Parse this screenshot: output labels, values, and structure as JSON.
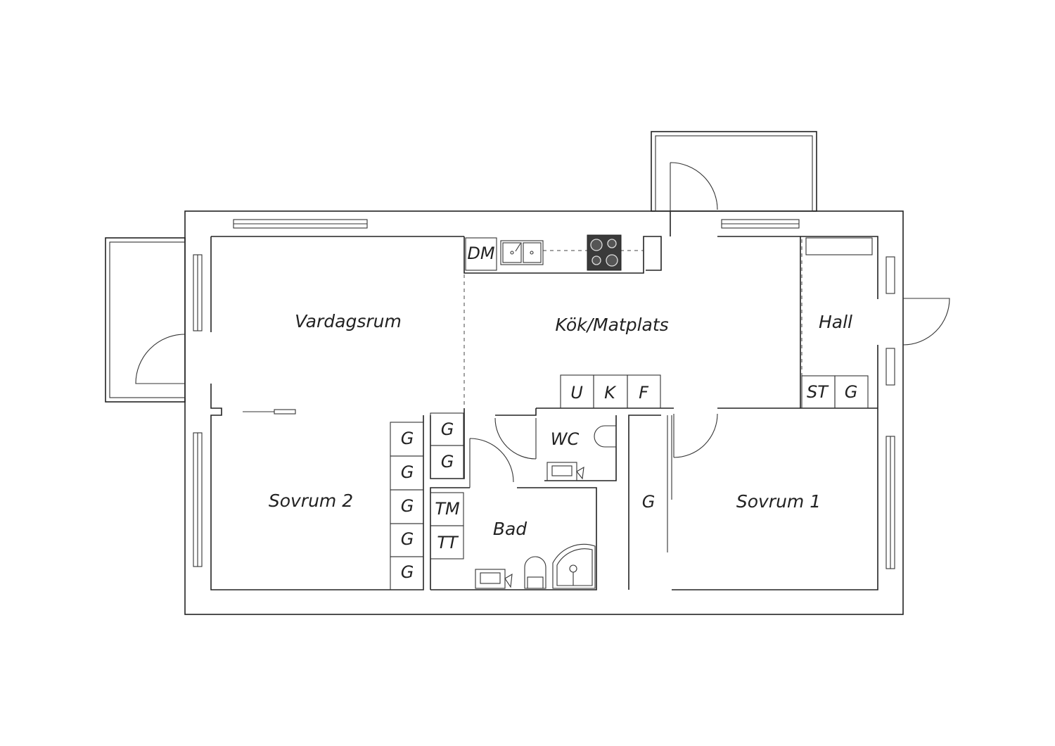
{
  "rooms": {
    "vardagsrum": "Vardagsrum",
    "kok": "Kök/Matplats",
    "hall": "Hall",
    "sovrum2": "Sovrum 2",
    "sovrum1": "Sovrum 1",
    "bad": "Bad",
    "wc": "WC"
  },
  "fixtures": {
    "dm": "DM",
    "u": "U",
    "k": "K",
    "f": "F",
    "st": "ST",
    "g": "G",
    "tm": "TM",
    "tt": "TT"
  }
}
